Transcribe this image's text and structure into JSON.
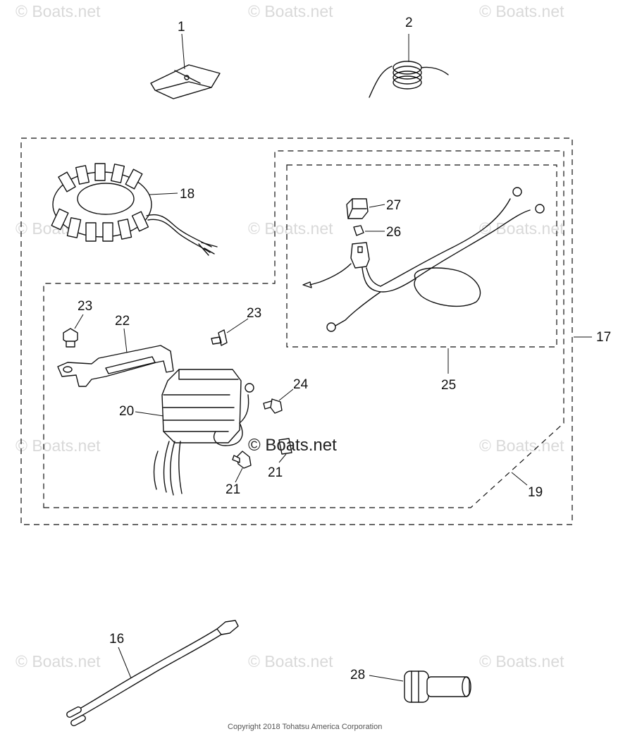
{
  "watermark_text": "© Boats.net",
  "copyright": "Copyright 2018 Tohatsu America Corporation",
  "callouts": {
    "c1": "1",
    "c2": "2",
    "c16": "16",
    "c17": "17",
    "c18": "18",
    "c19": "19",
    "c20": "20",
    "c21a": "21",
    "c21b": "21",
    "c22": "22",
    "c23a": "23",
    "c23b": "23",
    "c24": "24",
    "c25": "25",
    "c26": "26",
    "c27": "27",
    "c28": "28"
  }
}
